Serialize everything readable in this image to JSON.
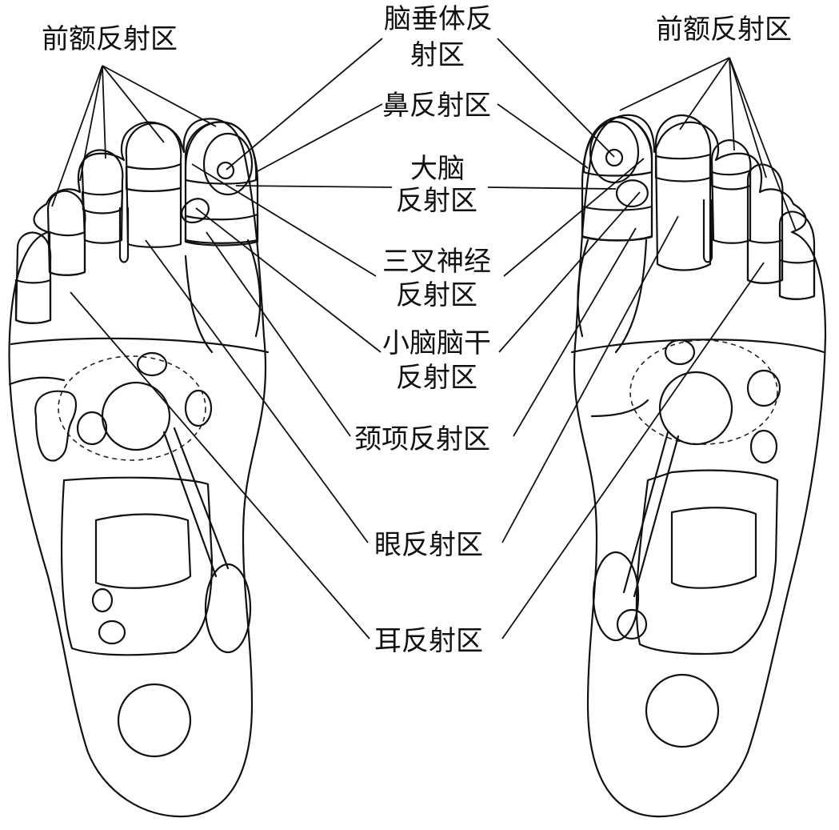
{
  "labels": {
    "forehead_left": "前额反射区",
    "forehead_right": "前额反射区",
    "pituitary_line1": "脑垂体反",
    "pituitary_line2": "射区",
    "nose": "鼻反射区",
    "brain_line1": "大脑",
    "brain_line2": "反射区",
    "trigeminal_line1": "三叉神经",
    "trigeminal_line2": "反射区",
    "cerebellum_line1": "小脑脑干",
    "cerebellum_line2": "反射区",
    "neck": "颈项反射区",
    "eye": "眼反射区",
    "ear": "耳反射区"
  },
  "colors": {
    "zone_dark": "#5a5a5a",
    "zone_mid": "#8e8e8e",
    "zone_light": "#b9b9b9",
    "zone_darkest": "#3a3a3a",
    "outline": "#111111",
    "background": "#ffffff"
  }
}
